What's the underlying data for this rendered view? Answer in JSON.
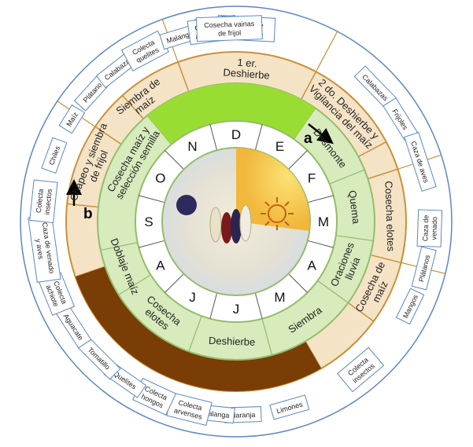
{
  "colors": {
    "outer_ring": "#ffffff",
    "ring_stroke": "#5b87c5",
    "activity_ring": "#f5e3c6",
    "activity_border": "#c9913a",
    "inner_green": "#d7ebbd",
    "green_border": "#94bd6a",
    "bright_green": "#99dd33",
    "brown": "#7a3d06",
    "months_bg": "#ffffff",
    "box_border": "#5b87c5"
  },
  "outer_items": [
    "Colecta arvenses",
    "Colecta de frijol nuevo",
    "Calabazas",
    "Frijoles",
    "Caza de aves",
    "Caza de venado",
    "Plátanos",
    "Mangos",
    "Colecta insectos",
    "Limones",
    "Naranja",
    "Malanga",
    "Colecta arvenses",
    "Colecta hongos",
    "Quelites",
    "Tomatillo",
    "Aguacate",
    "Colecta achiote",
    "Caza de venado y aves",
    "Colecta insectos",
    "Chiles",
    "Maíz",
    "Plátano",
    "Calabaza",
    "Colecta quelites",
    "Malanga",
    "Cosecha arvenses",
    "Cosecha vainas de frijol"
  ],
  "outer_activities": [
    "Siembra de maíz",
    "1 er. Deshierbe",
    "2 do. Deshierbe y Vigilancia del maíz",
    "Cosecha elotes",
    "Cosecha de maíz",
    "Chapeo y siembra de frijol"
  ],
  "inner_activities": [
    "Desmonte",
    "Quema",
    "Oraciones lluvia",
    "Siembra",
    "Deshierbe",
    "Cosecha elotes",
    "Doblaje maíz",
    "Cosecha maíz y selección semilla"
  ],
  "months": [
    "E",
    "F",
    "M",
    "A",
    "M",
    "J",
    "J",
    "A",
    "S",
    "O",
    "N",
    "D"
  ],
  "marker_a": "a",
  "marker_b": "b"
}
